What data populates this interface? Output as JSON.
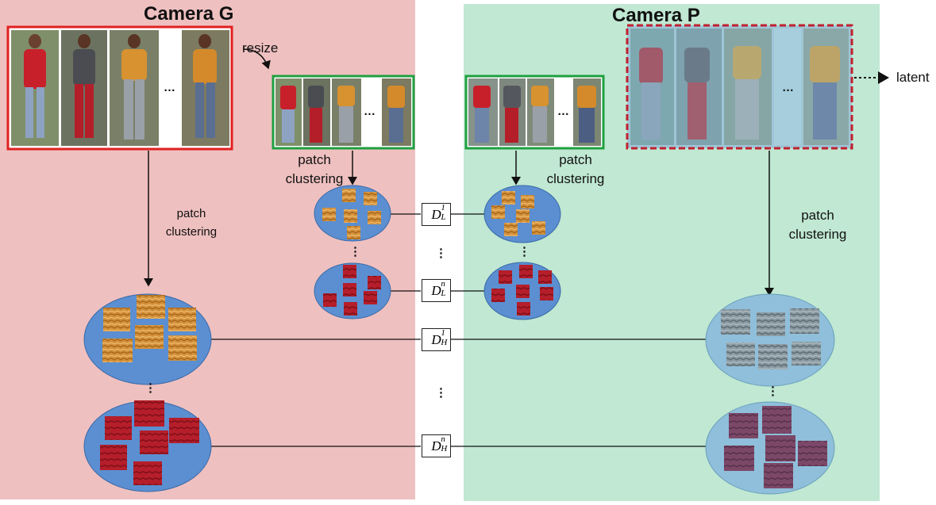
{
  "camera_g": {
    "title": "Camera G"
  },
  "camera_p": {
    "title": "Camera P"
  },
  "labels": {
    "resize": "resize",
    "latent": "latent",
    "patch_clustering": "patch clustering",
    "ellipsis": "…",
    "vertical_dots": "⋮"
  },
  "dictionaries": [
    {
      "symbol": "D",
      "sup": "1",
      "sub": "L"
    },
    {
      "symbol": "D",
      "sup": "n",
      "sub": "L"
    },
    {
      "symbol": "D",
      "sup": "1",
      "sub": "H"
    },
    {
      "symbol": "D",
      "sup": "n",
      "sub": "H"
    }
  ],
  "colors": {
    "camera_g_bg": "#efc0c0",
    "camera_p_bg": "#c0e8d2",
    "high_res_border": "#e02020",
    "low_res_border": "#1fa040",
    "latent_border": "#c02030",
    "cluster_fill": "#5b8fd1",
    "cluster_fill_latent": "#8fbfda",
    "orange_patch": "#d89a3c",
    "red_patch": "#b8202c"
  }
}
